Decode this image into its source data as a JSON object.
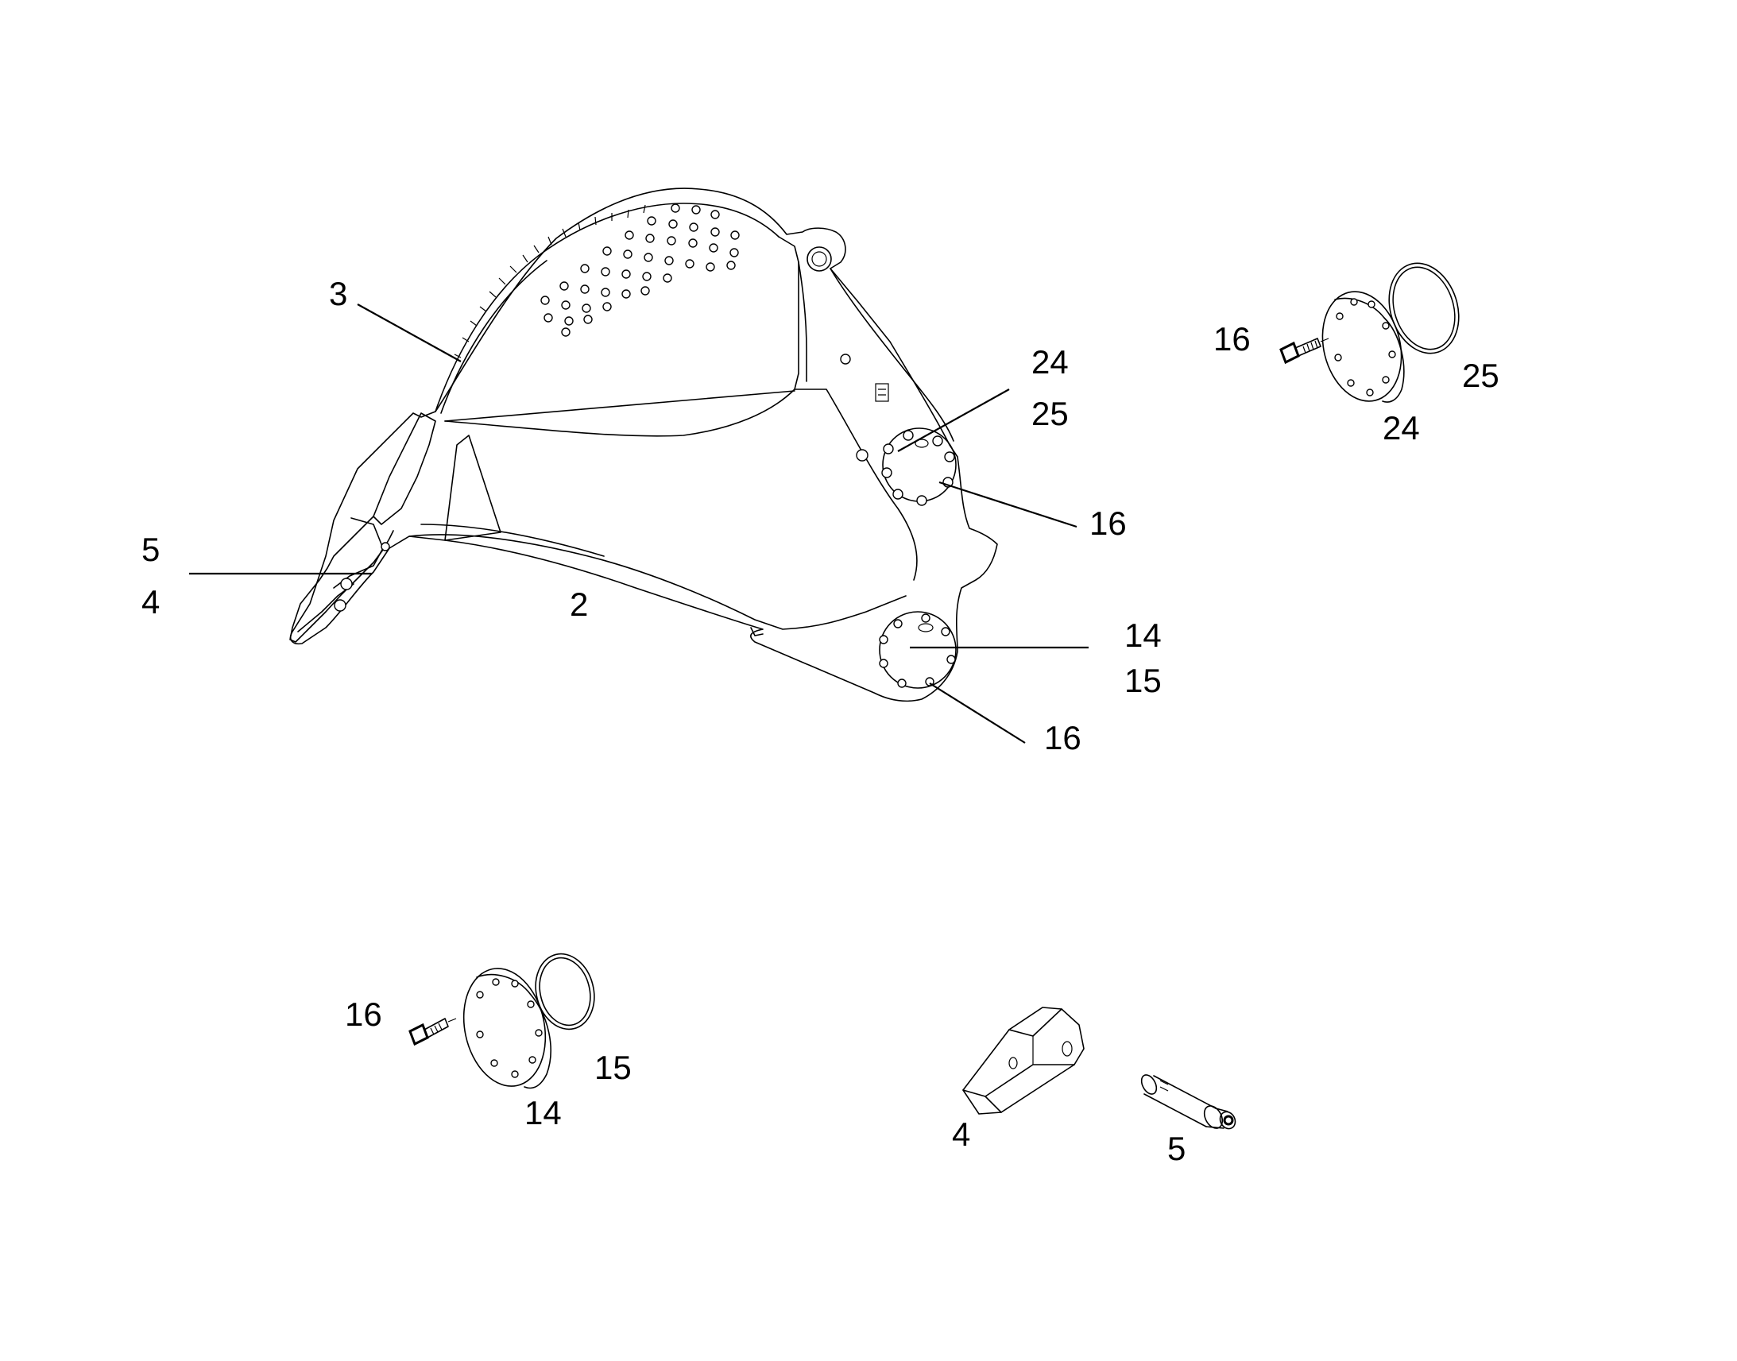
{
  "callouts": {
    "bucket_body": "2",
    "wear_strip": "3",
    "tooth_assembly_top": "5",
    "tooth_assembly_bottom": "4",
    "upper_boss_top": "24",
    "upper_boss_bottom": "25",
    "upper_boss_screw": "16",
    "lower_boss_top": "14",
    "lower_boss_bottom": "15",
    "lower_boss_screw": "16",
    "detail_a_screw": "16",
    "detail_a_ring": "25",
    "detail_a_cover": "24",
    "detail_b_screw": "16",
    "detail_b_cover": "14",
    "detail_b_ring": "15",
    "detail_tooth": "4",
    "detail_pin": "5"
  },
  "colors": {
    "line": "#000000",
    "background": "#ffffff"
  }
}
